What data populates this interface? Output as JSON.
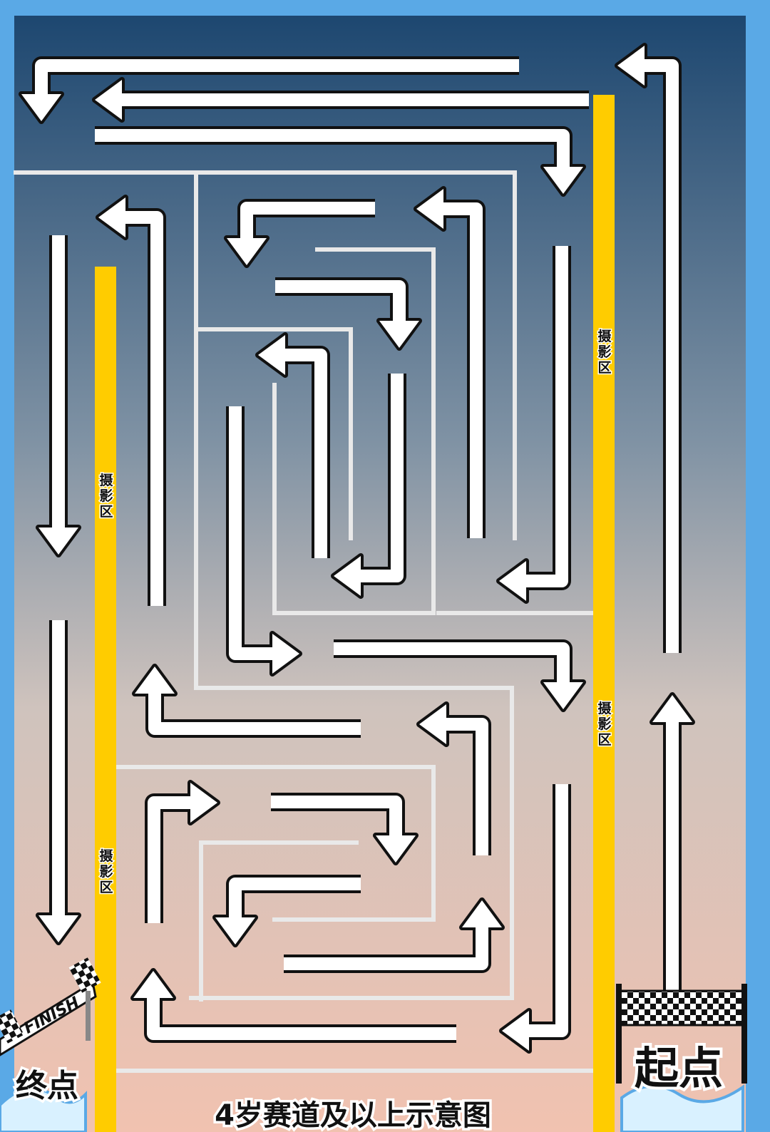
{
  "title": "4岁赛道及以上示意图",
  "start_label": "起点",
  "end_label": "终点",
  "finish_text": "FINISH",
  "photo_zone_label": "摄影区",
  "colors": {
    "frame": "#5aa9e6",
    "sky_top": "#1d4770",
    "sky_mid": "#7f92a4",
    "sky_low": "#cfc3bd",
    "sky_bottom": "#f1c2b0",
    "photo_zone": "#ffcc00",
    "arrow_fill": "#ffffff",
    "arrow_outline": "#111111",
    "track_line": "#e9e9e9"
  },
  "photo_zones": [
    {
      "name": "photo-zone-right-upper"
    },
    {
      "name": "photo-zone-right-lower"
    },
    {
      "name": "photo-zone-left-upper"
    },
    {
      "name": "photo-zone-left-lower"
    }
  ]
}
